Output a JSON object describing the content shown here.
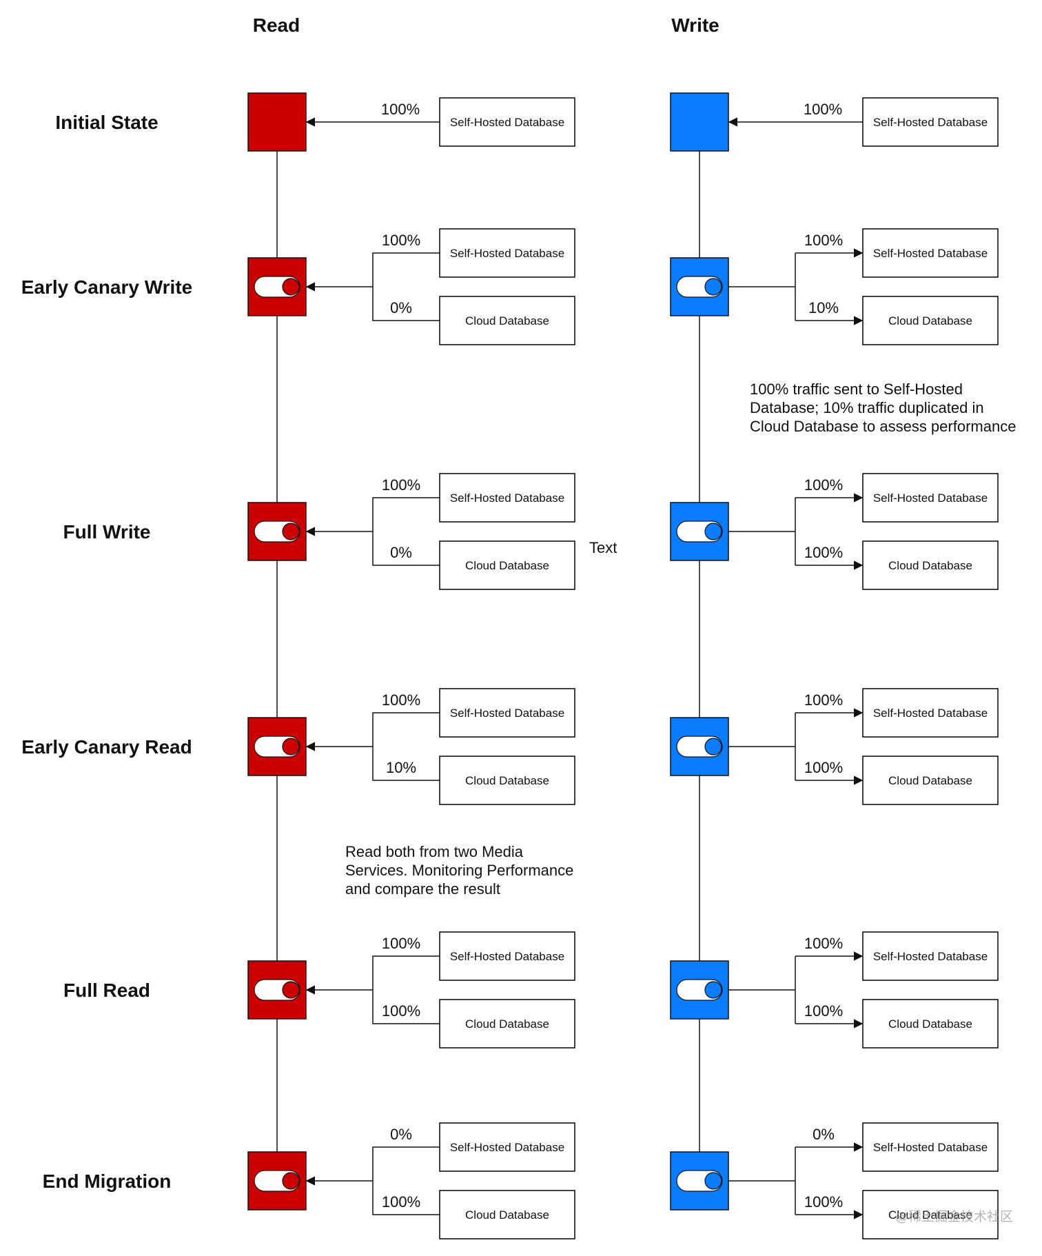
{
  "columns": [
    {
      "title": "Read",
      "color": "#cc0000",
      "flow": "into-node"
    },
    {
      "title": "Write",
      "color": "#0a7cff",
      "flow": "out-of-node"
    }
  ],
  "stages": [
    {
      "label": "Initial State",
      "switch": false,
      "read": {
        "self_pct": "100%",
        "self_db": "Self-Hosted Database"
      },
      "write": {
        "self_pct": "100%",
        "self_db": "Self-Hosted Database"
      }
    },
    {
      "label": "Early Canary Write",
      "switch": true,
      "read": {
        "self_pct": "100%",
        "cloud_pct": "0%",
        "self_db": "Self-Hosted Database",
        "cloud_db": "Cloud Database"
      },
      "write": {
        "self_pct": "100%",
        "cloud_pct": "10%",
        "self_db": "Self-Hosted Database",
        "cloud_db": "Cloud Database"
      }
    },
    {
      "label": "Full Write",
      "switch": true,
      "read": {
        "self_pct": "100%",
        "cloud_pct": "0%",
        "self_db": "Self-Hosted Database",
        "cloud_db": "Cloud Database"
      },
      "write": {
        "self_pct": "100%",
        "cloud_pct": "100%",
        "self_db": "Self-Hosted Database",
        "cloud_db": "Cloud Database"
      }
    },
    {
      "label": "Early Canary Read",
      "switch": true,
      "read": {
        "self_pct": "100%",
        "cloud_pct": "10%",
        "self_db": "Self-Hosted Database",
        "cloud_db": "Cloud Database"
      },
      "write": {
        "self_pct": "100%",
        "cloud_pct": "100%",
        "self_db": "Self-Hosted Database",
        "cloud_db": "Cloud Database"
      }
    },
    {
      "label": "Full Read",
      "switch": true,
      "read": {
        "self_pct": "100%",
        "cloud_pct": "100%",
        "self_db": "Self-Hosted Database",
        "cloud_db": "Cloud Database"
      },
      "write": {
        "self_pct": "100%",
        "cloud_pct": "100%",
        "self_db": "Self-Hosted Database",
        "cloud_db": "Cloud Database"
      }
    },
    {
      "label": "End Migration",
      "switch": true,
      "read": {
        "self_pct": "0%",
        "cloud_pct": "100%",
        "self_db": "Self-Hosted Database",
        "cloud_db": "Cloud Database"
      },
      "write": {
        "self_pct": "0%",
        "cloud_pct": "100%",
        "self_db": "Self-Hosted Database",
        "cloud_db": "Cloud Database"
      }
    }
  ],
  "notes": {
    "write_canary": [
      "100% traffic sent to Self-Hosted",
      "Database; 10% traffic duplicated in",
      "Cloud Database to assess performance"
    ],
    "stray_text": "Text",
    "read_canary": [
      "Read both from two Media",
      "Services. Monitoring Performance",
      "and compare the result"
    ]
  },
  "watermark": "@稀土掘金技术社区"
}
